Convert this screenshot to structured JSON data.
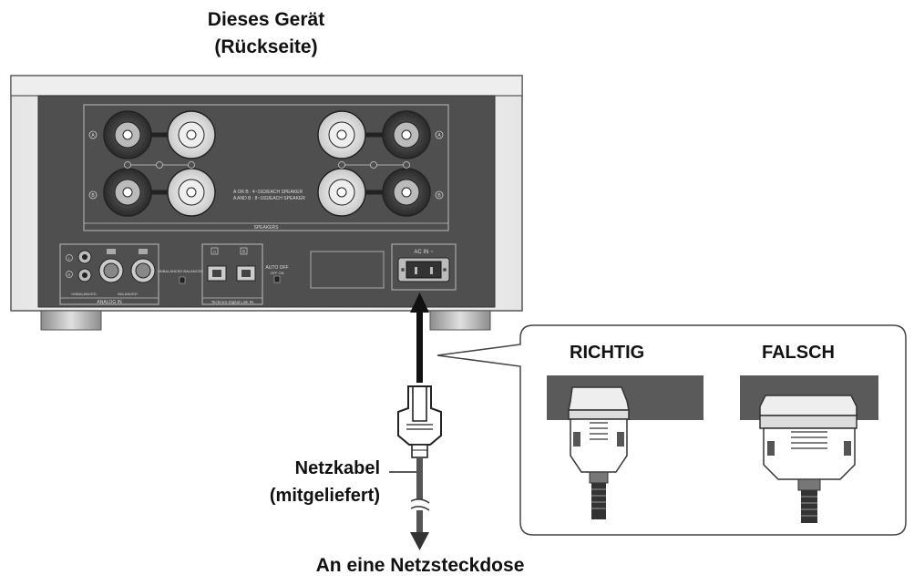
{
  "title": {
    "line1": "Dieses Gerät",
    "line2": "(Rückseite)"
  },
  "device": {
    "speakers_label": "SPEAKERS",
    "impedance_line1": "A OR B : 4~16Ω/EACH SPEAKER",
    "impedance_line2": "A AND B : 8~16Ω/EACH SPEAKER",
    "terminal_a_left": "A",
    "terminal_b_left": "B",
    "terminal_a_right": "A",
    "terminal_b_right": "B",
    "analog_in_label": "ANALOG IN",
    "unbalanced_label": "UNBALANCED",
    "balanced_label": "BALANCED",
    "unbal_bal_switch": "UNBALANCED  BALANCED",
    "digital_link_label": "Technics Digital Link IN",
    "auto_off_label": "AUTO OFF",
    "auto_off_options": "OFF  ON",
    "ac_in_label": "AC IN ~",
    "port_a": "A",
    "port_b": "B",
    "rca_l": "L",
    "rca_r": "R"
  },
  "callout": {
    "correct_label": "RICHTIG",
    "wrong_label": "FALSCH"
  },
  "cable": {
    "label_line1": "Netzkabel",
    "label_line2": "(mitgeliefert)"
  },
  "outlet": {
    "label": "An eine Netzsteckdose"
  }
}
